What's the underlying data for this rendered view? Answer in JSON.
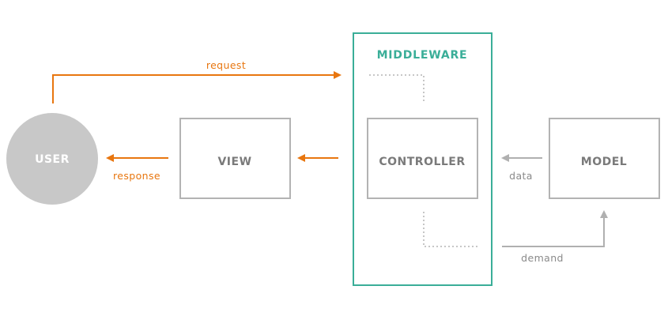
{
  "colors": {
    "orange": "#E8760F",
    "teal": "#3AAE98",
    "gray_box": "#B3B3B3",
    "gray_text": "#7A7A7A",
    "gray_arrow": "#B0B0B0",
    "user_fill": "#C8C8C8",
    "user_text": "#FFFFFF",
    "edge_label_gray": "#8A8A8A"
  },
  "diagram": {
    "nodes": {
      "user": "USER",
      "view": "VIEW",
      "controller": "CONTROLLER",
      "model": "MODEL"
    },
    "group": {
      "label": "MIDDLEWARE"
    },
    "edges": {
      "request": "request",
      "response": "response",
      "data": "data",
      "demand": "demand"
    }
  }
}
